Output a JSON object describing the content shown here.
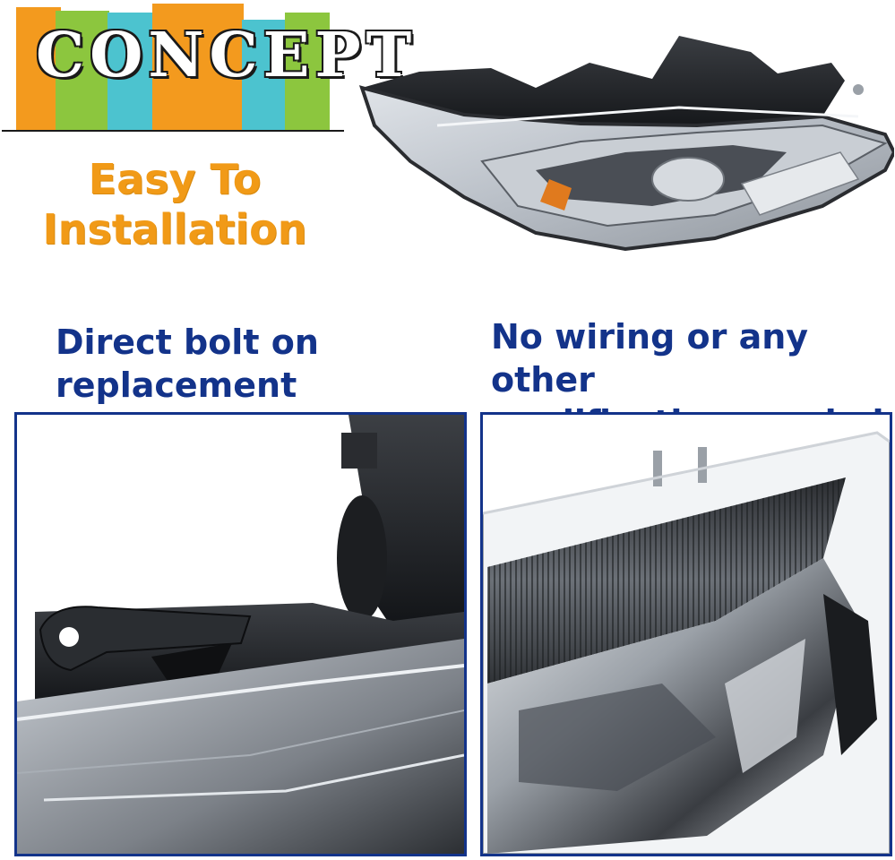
{
  "brand": {
    "logo_text": "CONCEPT",
    "colors": {
      "orange": "#f39a1e",
      "green": "#8cc63e",
      "teal": "#4cc3cf",
      "headline": "#f19a17",
      "caption": "#13338a",
      "panel_border": "#13338a"
    }
  },
  "headline": {
    "line1": "Easy To",
    "line2": "Installation"
  },
  "features": [
    {
      "line1": "Direct bolt on",
      "line2": "replacement"
    },
    {
      "line1": "No wiring or any other",
      "line2": "modification needed"
    }
  ],
  "icons": {
    "hero": "headlight-assembly-image",
    "left": "mounting-bracket-closeup-image",
    "right": "headlight-lens-closeup-image"
  }
}
